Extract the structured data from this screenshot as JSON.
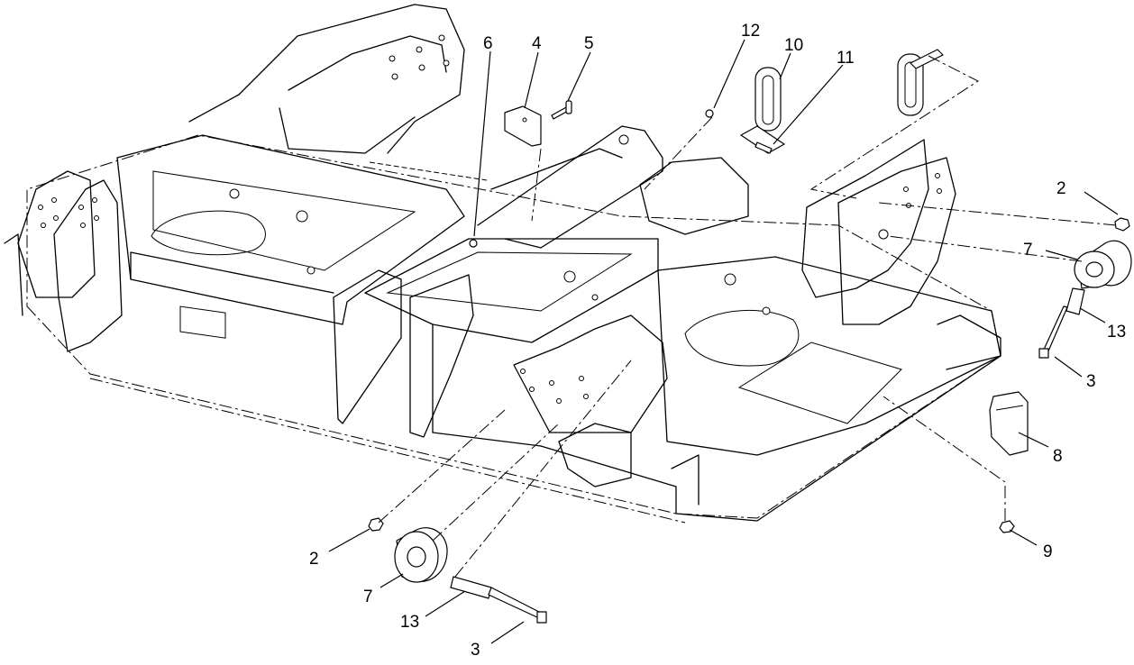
{
  "callouts": [
    {
      "id": "c2-right",
      "text": "2"
    },
    {
      "id": "c7-right",
      "text": "7"
    },
    {
      "id": "c13-right",
      "text": "13"
    },
    {
      "id": "c3-right",
      "text": "3"
    },
    {
      "id": "c8",
      "text": "8"
    },
    {
      "id": "c9",
      "text": "9"
    },
    {
      "id": "c12",
      "text": "12"
    },
    {
      "id": "c10",
      "text": "10"
    },
    {
      "id": "c11",
      "text": "11"
    },
    {
      "id": "c6",
      "text": "6"
    },
    {
      "id": "c4",
      "text": "4"
    },
    {
      "id": "c5",
      "text": "5"
    },
    {
      "id": "c2-left",
      "text": "2"
    },
    {
      "id": "c7-left",
      "text": "7"
    },
    {
      "id": "c13-left",
      "text": "13"
    },
    {
      "id": "c3-left",
      "text": "3"
    }
  ]
}
